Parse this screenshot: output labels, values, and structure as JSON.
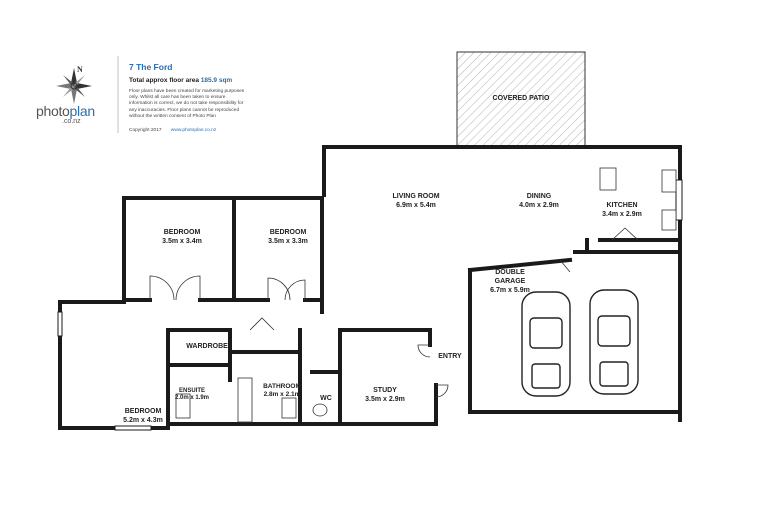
{
  "header": {
    "address": "7 The Ford",
    "area_label": "Total approx floor area",
    "area_value": "185.9 sqm",
    "disclaimer": "Floor plans have been created for marketing purposes only. Whilst all care has been taken to ensure information is correct, we do not take responsibility for any inaccuracies. Floor plans cannot be reproduced without the written consent of Photo Plan",
    "copyright": "Copyright 2017",
    "website": "www.photoplan.co.nz"
  },
  "logo": {
    "name_part1": "photo",
    "name_part2": "plan",
    "domain": ".co.nz",
    "compass_letter": "N"
  },
  "rooms": {
    "covered_patio": "COVERED PATIO",
    "living_room": "LIVING ROOM",
    "living_room_dims": "6.9m x 5.4m",
    "dining": "DINING",
    "dining_dims": "4.0m x 2.9m",
    "kitchen": "KITCHEN",
    "kitchen_dims": "3.4m x 2.9m",
    "bedroom_1": "BEDROOM",
    "bedroom_1_dims": "3.5m x 3.4m",
    "bedroom_2": "BEDROOM",
    "bedroom_2_dims": "3.5m x 3.3m",
    "double_garage_1": "DOUBLE",
    "double_garage_2": "GARAGE",
    "double_garage_dims": "6.7m x 5.9m",
    "wardrobe": "WARDROBE",
    "ensuite": "ENSUITE",
    "ensuite_dims": "2.0m x 1.9m",
    "bathroom": "BATHROOM",
    "bathroom_dims": "2.8m x 2.1m",
    "wc": "WC",
    "study": "STUDY",
    "study_dims": "3.5m x 2.9m",
    "entry": "ENTRY",
    "master_bedroom": "BEDROOM",
    "master_bedroom_dims": "5.2m x 4.3m"
  },
  "colors": {
    "wall": "#1a1a1a",
    "brand_blue": "#2a6db0",
    "patio_hatch": "#9a9a9a"
  }
}
